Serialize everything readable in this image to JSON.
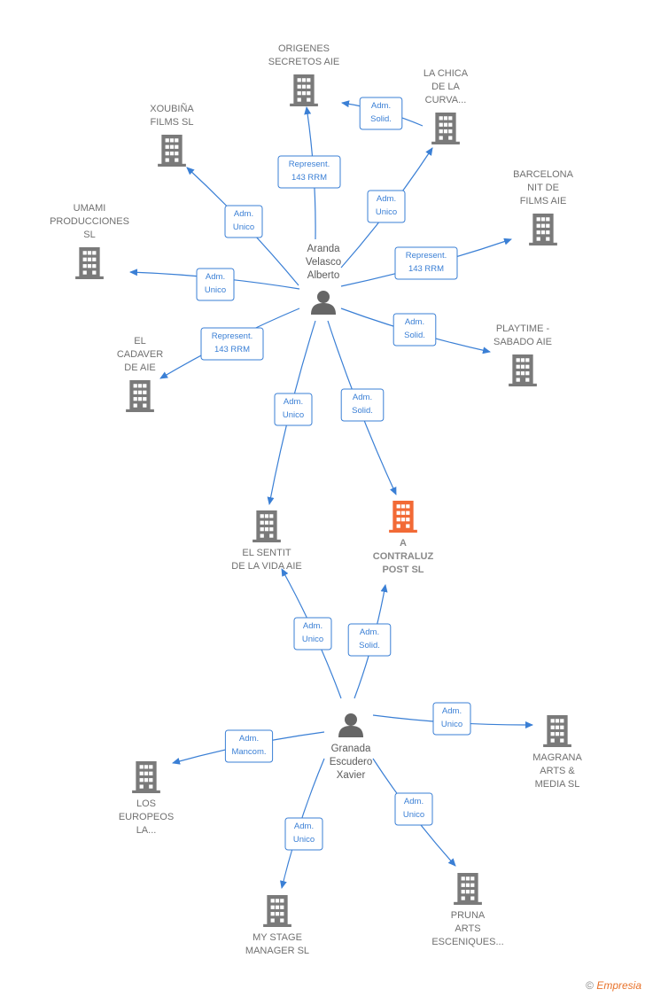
{
  "colors": {
    "edge": "#3a7fd5",
    "building": "#7a7a7a",
    "highlight": "#f26a36",
    "person": "#666666"
  },
  "persons": [
    {
      "id": "aranda",
      "lines": [
        "Aranda",
        "Velasco",
        "Alberto"
      ]
    },
    {
      "id": "granada",
      "lines": [
        "Granada",
        "Escudero",
        "Xavier"
      ]
    }
  ],
  "companies": [
    {
      "id": "origenes",
      "lines": [
        "ORIGENES",
        "SECRETOS  AIE"
      ]
    },
    {
      "id": "lachica",
      "lines": [
        "LA CHICA",
        "DE LA",
        "CURVA..."
      ]
    },
    {
      "id": "xoubina",
      "lines": [
        "XOUBIÑA",
        "FILMS  SL"
      ]
    },
    {
      "id": "barcelona",
      "lines": [
        "BARCELONA",
        "NIT DE",
        "FILMS AIE"
      ]
    },
    {
      "id": "umami",
      "lines": [
        "UMAMI",
        "PRODUCCIONES",
        "SL"
      ]
    },
    {
      "id": "playtime",
      "lines": [
        "PLAYTIME -",
        "SABADO  AIE"
      ]
    },
    {
      "id": "cadaver",
      "lines": [
        "EL",
        "CADAVER",
        "DE  AIE"
      ]
    },
    {
      "id": "sentit",
      "lines": [
        "EL SENTIT",
        "DE LA VIDA  AIE"
      ]
    },
    {
      "id": "contraluz",
      "lines": [
        "A",
        "CONTRALUZ",
        "POST  SL"
      ],
      "highlight": true
    },
    {
      "id": "magrana",
      "lines": [
        "MAGRANA",
        "ARTS &",
        "MEDIA  SL"
      ]
    },
    {
      "id": "europeos",
      "lines": [
        "LOS",
        "EUROPEOS",
        "LA..."
      ]
    },
    {
      "id": "mystage",
      "lines": [
        "MY STAGE",
        "MANAGER  SL"
      ]
    },
    {
      "id": "pruna",
      "lines": [
        "PRUNA",
        "ARTS",
        "ESCENIQUES..."
      ]
    }
  ],
  "edges": [
    {
      "from": "aranda",
      "to": "origenes",
      "label": [
        "Represent.",
        "143 RRM"
      ]
    },
    {
      "from": "lachica",
      "to": "origenes",
      "label": [
        "Adm.",
        "Solid."
      ]
    },
    {
      "from": "aranda",
      "to": "lachica",
      "label": [
        "Adm.",
        "Unico"
      ]
    },
    {
      "from": "aranda",
      "to": "xoubina",
      "label": [
        "Adm.",
        "Unico"
      ]
    },
    {
      "from": "aranda",
      "to": "barcelona",
      "label": [
        "Represent.",
        "143 RRM"
      ]
    },
    {
      "from": "aranda",
      "to": "umami",
      "label": [
        "Adm.",
        "Unico"
      ]
    },
    {
      "from": "aranda",
      "to": "playtime",
      "label": [
        "Adm.",
        "Solid."
      ]
    },
    {
      "from": "aranda",
      "to": "cadaver",
      "label": [
        "Represent.",
        "143 RRM"
      ]
    },
    {
      "from": "aranda",
      "to": "sentit",
      "label": [
        "Adm.",
        "Unico"
      ]
    },
    {
      "from": "aranda",
      "to": "contraluz",
      "label": [
        "Adm.",
        "Solid."
      ]
    },
    {
      "from": "granada",
      "to": "sentit",
      "label": [
        "Adm.",
        "Unico"
      ]
    },
    {
      "from": "granada",
      "to": "contraluz",
      "label": [
        "Adm.",
        "Solid."
      ]
    },
    {
      "from": "granada",
      "to": "magrana",
      "label": [
        "Adm.",
        "Unico"
      ]
    },
    {
      "from": "granada",
      "to": "europeos",
      "label": [
        "Adm.",
        "Mancom."
      ]
    },
    {
      "from": "granada",
      "to": "mystage",
      "label": [
        "Adm.",
        "Unico"
      ]
    },
    {
      "from": "granada",
      "to": "pruna",
      "label": [
        "Adm.",
        "Unico"
      ]
    }
  ],
  "footer": {
    "copyright": "©",
    "brand": "Empresia"
  }
}
